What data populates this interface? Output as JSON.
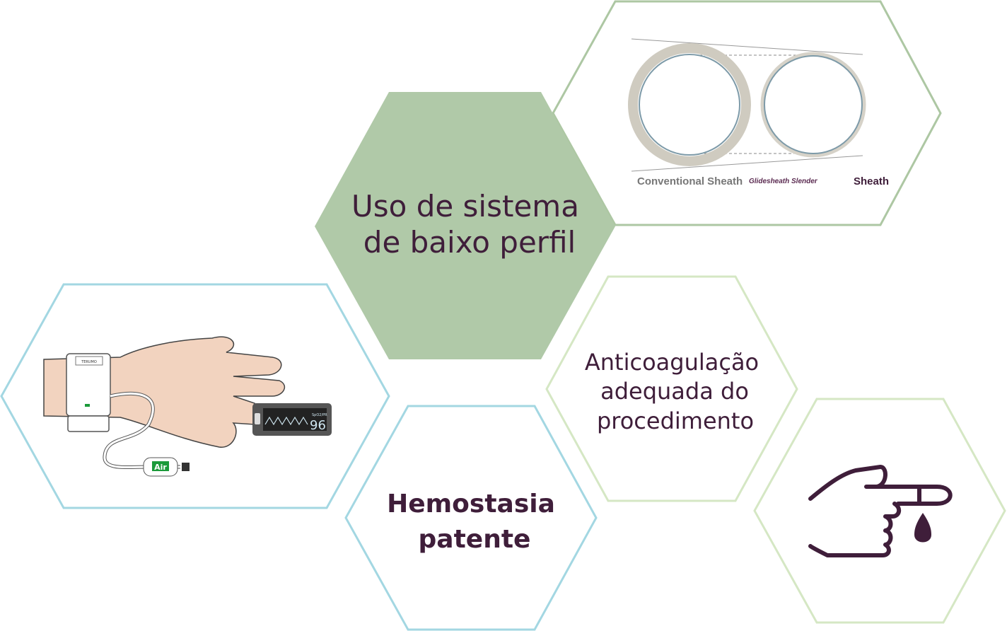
{
  "colors": {
    "green_fill": "#b0c9a8",
    "green_stroke": "#adc7a3",
    "light_green": "#d5e7c4",
    "blue": "#a3d7e2",
    "text": "#3f1e3a"
  },
  "hex_low_profile": {
    "line1": "Uso de sistema",
    "line2": "de baixo perfil"
  },
  "hex_sheath": {
    "conventional": "Conventional Sheath",
    "glidesheath": "Glidesheath Slender",
    "sheath": "Sheath"
  },
  "hex_device": {
    "brand": "TERUMO",
    "air_label": "Air",
    "oximeter_label": "SpO2/PR",
    "oximeter_value": "96"
  },
  "hex_anticoag": {
    "line1": "Anticoagulação",
    "line2": "adequada do",
    "line3": "procedimento"
  },
  "hex_hemostasis": {
    "line1": "Hemostasia",
    "line2": "patente"
  },
  "hex_finger": {
    "icon": "finger-blood-drop-icon"
  }
}
